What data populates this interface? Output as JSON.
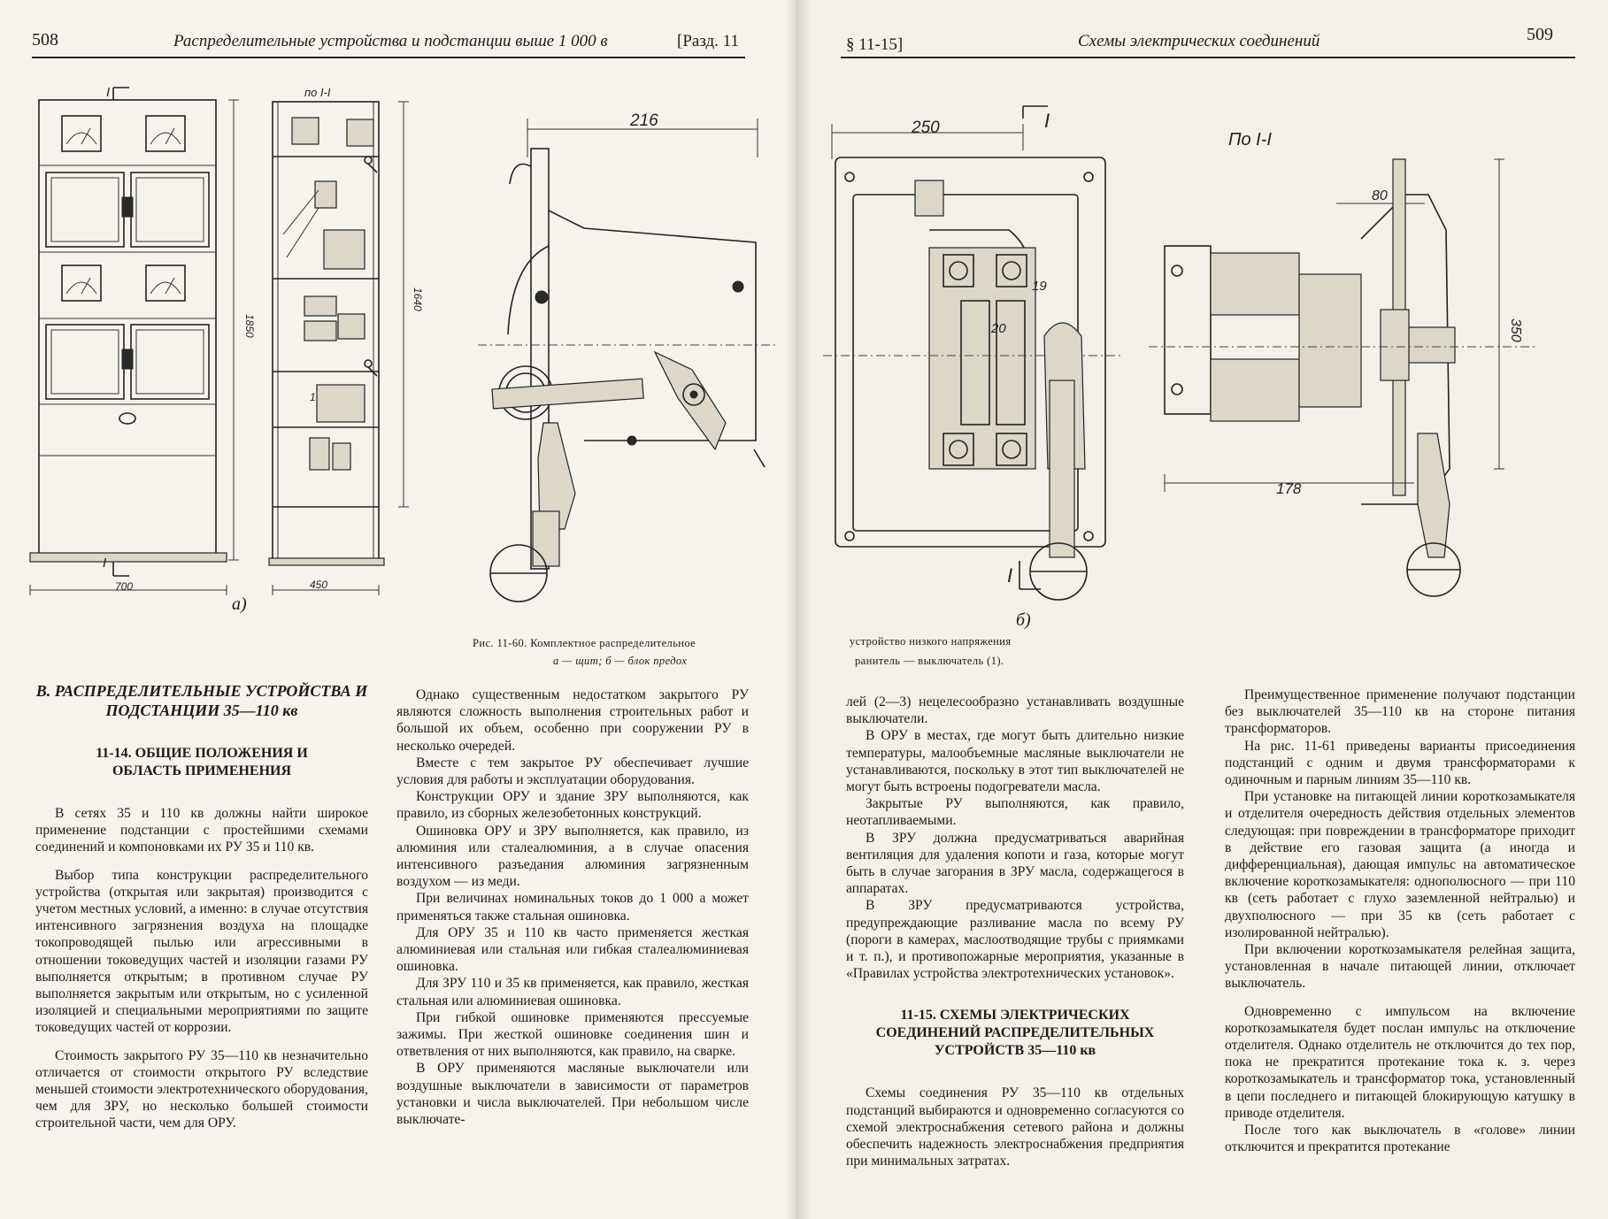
{
  "left_page": {
    "number": "508",
    "running_title": "Распределительные устройства и подстанции выше 1 000 в",
    "section_ref": "[Разд. 11",
    "figure_a_label": "а)",
    "figure_a_marks": {
      "cut_top": "I",
      "cut_bottom": "I",
      "side_view_title": "по I-I",
      "height_1850": "1850",
      "height_1640": "1640",
      "width_700": "700",
      "width_450": "450",
      "tag_1": "1"
    },
    "figure_mid_dim": "216",
    "caption_line1": "Рис. 11-60. Комплектное распределительное",
    "caption_line2": "а — щит; б — блок предох",
    "section_title": "В. РАСПРЕДЕЛИТЕЛЬНЫЕ УСТРОЙСТВА И ПОДСТАНЦИИ 35—110 кв",
    "subsection_title": "11-14. ОБЩИЕ ПОЛОЖЕНИЯ И ОБЛАСТЬ ПРИМЕНЕНИЯ",
    "col1": [
      "В сетях 35 и 110 кв должны найти широкое применение подстанции с простейшими схемами соединений и компоновками их РУ 35 и 110 кв.",
      "Выбор типа конструкции распределительного устройства (открытая или закрытая) производится с учетом местных условий, а именно: в случае отсутствия интенсивного загрязнения воздуха на площадке токопроводящей пылью или агрессивными в отношении токоведущих частей и изоляции газами РУ выполняется открытым; в противном случае РУ выполняется закрытым или открытым, но с усиленной изоляцией и специальными мероприятиями по защите токоведущих частей от коррозии.",
      "Стоимость закрытого РУ 35—110 кв незначительно отличается от стоимости открытого РУ вследствие меньшей стоимости электротехнического оборудования, чем для ЗРУ, но несколько большей стоимости строительной части, чем для ОРУ."
    ],
    "col2": [
      "Однако существенным недостатком закрытого РУ являются сложность выполнения строительных работ и большой их объем, особенно при сооружении РУ в несколько очередей.",
      "Вместе с тем закрытое РУ обеспечивает лучшие условия для работы и эксплуатации оборудования.",
      "Конструкции ОРУ и здание ЗРУ выполняются, как правило, из сборных железобетонных конструкций.",
      "Ошиновка ОРУ и ЗРУ выполняется, как правило, из алюминия или сталеалюминия, а в случае опасения интенсивного разъедания алюминия загрязненным воздухом — из меди.",
      "При величинах номинальных токов до 1 000 а может применяться также стальная ошиновка.",
      "Для ОРУ 35 и 110 кв часто применяется жесткая алюминиевая или стальная или гибкая сталеалюминиевая ошиновка.",
      "Для ЗРУ 110 и 35 кв применяется, как правило, жесткая стальная или алюминиевая ошиновка.",
      "При гибкой ошиновке применяются прессуемые зажимы. При жесткой ошиновке соединения шин и ответвления от них выполняются, как правило, на сварке.",
      "В ОРУ применяются масляные выключатели или воздушные выключатели в зависимости от параметров установки и числа выключателей. При небольшом числе выключате-"
    ]
  },
  "right_page": {
    "number": "509",
    "running_title": "Схемы электрических соединений",
    "section_ref": "§ 11-15]",
    "figure_b_label": "б)",
    "figure_b_marks": {
      "cut_top": "I",
      "cut_bottom": "I",
      "section_view_title": "По I-I",
      "dim_250": "250",
      "dim_80": "80",
      "dim_19": "19",
      "dim_20": "20",
      "dim_350": "350",
      "dim_178": "178"
    },
    "caption_line1": "устройство низкого напряжения",
    "caption_line2": "ранитель — выключатель (1).",
    "col3": [
      "лей (2—3) нецелесообразно устанавливать воздушные выключатели.",
      "В ОРУ в местах, где могут быть длительно низкие температуры, малообъемные масляные выключатели не устанавливаются, поскольку в этот тип выключателей не могут быть встроены подогреватели масла.",
      "Закрытые РУ выполняются, как правило, неотапливаемыми.",
      "В ЗРУ должна предусматриваться аварийная вентиляция для удаления копоти и газа, которые могут быть в случае загорания в ЗРУ масла, содержащегося в аппаратах.",
      "В ЗРУ предусматриваются устройства, предупреждающие разливание масла по всему РУ (пороги в камерах, маслоотводящие трубы с приямками и т. п.), и противопожарные мероприятия, указанные в «Правилах устройства электротехнических установок»."
    ],
    "subsection2_title": "11-15. СХЕМЫ ЭЛЕКТРИЧЕСКИХ СОЕДИНЕНИЙ РАСПРЕДЕЛИТЕЛЬНЫХ УСТРОЙСТВ 35—110 кв",
    "col3_after": [
      "Схемы соединения РУ 35—110 кв отдельных подстанций выбираются и одновременно согласуются со схемой электроснабжения сетевого района и должны обеспечить надежность электроснабжения предприятия при минимальных затратах."
    ],
    "col4": [
      "Преимущественное применение получают подстанции без выключателей 35—110 кв на стороне питания трансформаторов.",
      "На рис. 11-61 приведены варианты присоединения подстанций с одним и двумя трансформаторами к одиночным и парным линиям 35—110 кв.",
      "При установке на питающей линии короткозамыкателя и отделителя очередность действия отдельных элементов следующая: при повреждении в трансформаторе приходит в действие его газовая защита (а иногда и дифференциальная), дающая импульс на автоматическое включение короткозамыкателя: однополюсного — при 110 кв (сеть работает с глухо заземленной нейтралью) и двухполюсного — при 35 кв (сеть работает с изолированной нейтралью).",
      "При включении короткозамыкателя релейная защита, установленная в начале питающей линии, отключает выключатель.",
      "Одновременно с импульсом на включение короткозамыкателя будет послан импульс на отключение отделителя. Однако отделитель не отключится до тех пор, пока не прекратится протекание тока к. з. через короткозамыкатель и трансформатор тока, установленный в цепи последнего и питающей блокирующую катушку в приводе отделителя.",
      "После того как выключатель в «голове» линии отключится и прекратится протекание"
    ]
  }
}
